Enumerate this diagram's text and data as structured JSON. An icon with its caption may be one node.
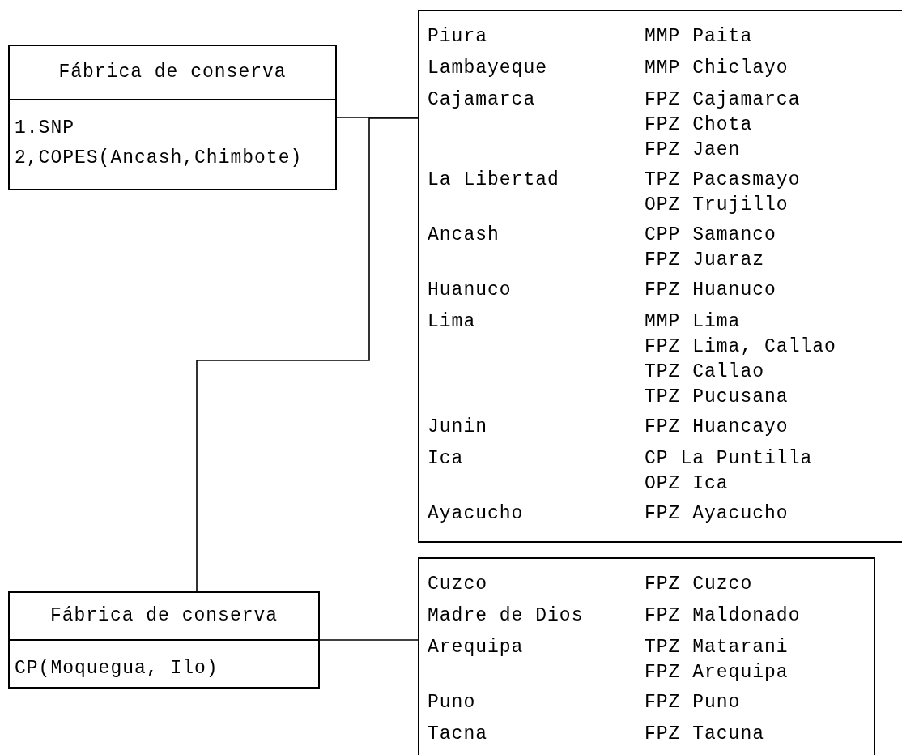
{
  "diagram": {
    "nodes": [
      {
        "text": [
          "Fábrica de conserva",
          "1.SNP",
          "2,COPES(Ancash,Chimbote)"
        ]
      },
      {
        "text": [
          "Piura",
          "MMP Paita",
          "Lambayeque",
          "MMP Chiclayo",
          "Cajamarca",
          "FPZ Cajamarca",
          "FPZ Chota",
          "FPZ Jaen",
          "La Libertad",
          "TPZ Pacasmayo",
          "OPZ Trujillo",
          "Ancash",
          "CPP Samanco",
          "FPZ Juaraz",
          "Huanuco",
          "FPZ Huanuco",
          "Lima",
          "MMP Lima",
          "FPZ Lima, Callao",
          "TPZ Callao",
          "TPZ Pucusana",
          "Junin",
          "FPZ Huancayo",
          "Ica",
          "CP La Puntilla",
          "OPZ Ica",
          "Ayacucho",
          "FPZ Ayacucho"
        ]
      },
      {
        "text": [
          "Fábrica de conserva",
          "CP(Moquegua, Ilo)"
        ]
      },
      {
        "text": [
          "Cuzco",
          "FPZ Cuzco",
          "Madre de Dios",
          "FPZ Maldonado",
          "Arequipa",
          "TPZ Matarani",
          "FPZ Arequipa",
          "Puno",
          "FPZ Puno",
          "Tacna",
          "FPZ Tacuna"
        ]
      }
    ],
    "edges": [
      {
        "from": 0,
        "to": 1,
        "arrow": "none"
      },
      {
        "from": 2,
        "to": 1,
        "arrow": "none"
      },
      {
        "from": 2,
        "to": 3,
        "arrow": "none"
      }
    ]
  }
}
